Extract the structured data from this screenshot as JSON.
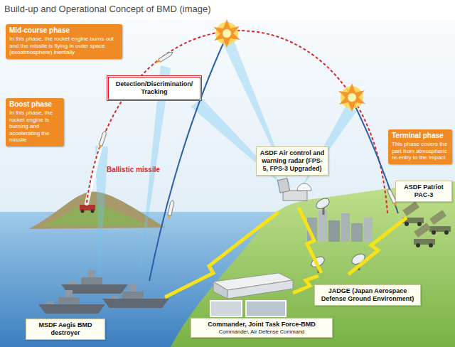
{
  "diagram": {
    "title": "Build-up and Operational Concept of BMD (image)",
    "nodes": [
      {
        "text": [
          "Mid-course phase",
          "In this phase, the rocket engine burns out and the missile is flying in outer space (exoatmosphere) inertially"
        ]
      },
      {
        "text": [
          "Boost phase",
          "In this phase, the rocket engine is burning and accelerating the missile"
        ]
      },
      {
        "text": [
          "Detection/Discrimination/ Tracking"
        ]
      },
      {
        "text": [
          "Terminal phase",
          "This phase covers the part from atmospheric re-entry to the impact"
        ]
      },
      {
        "text": [
          "ASDF Air control and warning radar (FPS-5, FPS-3 Upgraded)"
        ]
      },
      {
        "text": [
          "ASDF Patriot PAC-3"
        ]
      },
      {
        "text": [
          "MSDF Aegis BMD destroyer"
        ]
      },
      {
        "text": [
          "Commander, Joint Task Force-BMD",
          "Commander, Air Defense Command"
        ]
      },
      {
        "text": [
          "JADGE (Japan Aerospace Defense Ground Environment)"
        ]
      }
    ],
    "labels": [
      "Ballistic missile"
    ]
  }
}
